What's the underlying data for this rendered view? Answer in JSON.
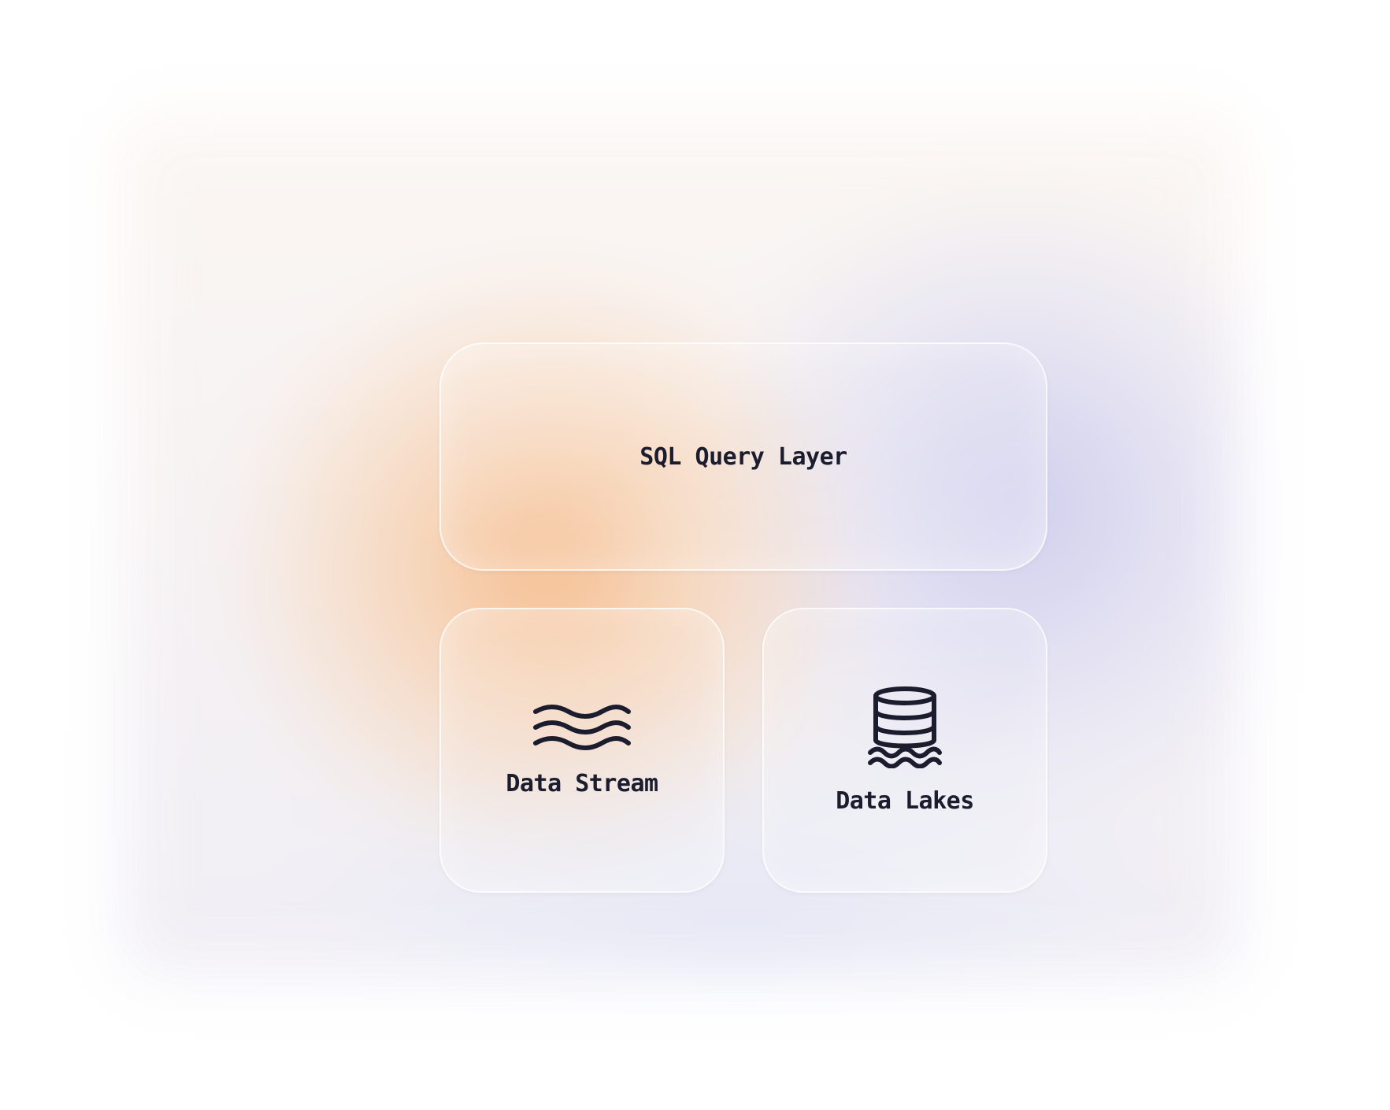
{
  "layer": {
    "title": "SQL Query Layer"
  },
  "sources": [
    {
      "label": "Data Stream",
      "icon": "waves-icon"
    },
    {
      "label": "Data Lakes",
      "icon": "database-lake-icon"
    }
  ],
  "colors": {
    "text": "#1b1d2e",
    "glow_warm": "#f6b278",
    "glow_cool": "#bebeeb"
  }
}
